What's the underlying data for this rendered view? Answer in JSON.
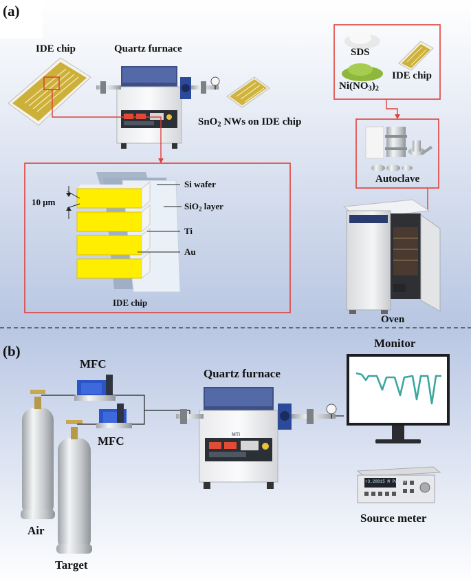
{
  "panels": {
    "a": "(a)",
    "b": "(b)"
  },
  "labels_a": {
    "ide_chip_top": "IDE chip",
    "quartz_furnace": "Quartz furnace",
    "sno2_prefix": "SnO",
    "sno2_sub": "2",
    "sno2_suffix": " NWs on IDE chip",
    "sds": "SDS",
    "ide_chip_right": "IDE chip",
    "nino3_prefix": "Ni(NO",
    "nino3_sub": "3",
    "nino3_suffix": ")",
    "nino3_sub2": "2",
    "autoclave": "Autoclave",
    "oven": "Oven",
    "si_wafer": "Si wafer",
    "sio2_prefix": "SiO",
    "sio2_sub": "2",
    "sio2_suffix": " layer",
    "ti": "Ti",
    "au": "Au",
    "gap": "10 μm",
    "ide_chip_detail": "IDE chip"
  },
  "labels_b": {
    "mfc_top": "MFC",
    "mfc_bottom": "MFC",
    "quartz_furnace": "Quartz furnace",
    "monitor": "Monitor",
    "source_meter": "Source meter",
    "air": "Air",
    "target": "Target",
    "furnace_brand": "MTI",
    "meter_readout": "+3.28815 M Pulser"
  },
  "colors": {
    "accent_red": "#e0403a",
    "gold": "#c9a227",
    "au_yellow": "#ffee00",
    "signal_teal": "#3aa6a0",
    "bg_top": "#ffffff",
    "bg_bottom": "#b9c7e2"
  },
  "icons": [
    "gas-cylinder",
    "mass-flow-controller",
    "tube-furnace",
    "monitor",
    "source-meter",
    "autoclave",
    "oven",
    "ide-chip",
    "powder-pile"
  ]
}
